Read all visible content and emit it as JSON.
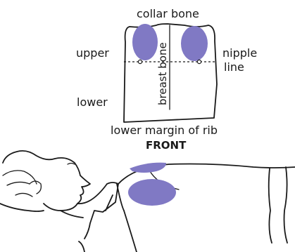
{
  "labels": {
    "collar_bone": "collar bone",
    "upper": "upper",
    "lower": "lower",
    "nipple": "nipple",
    "line": "line",
    "breast_bone": "breast bone",
    "lower_margin": "lower margin of rib",
    "front": "FRONT"
  },
  "colors": {
    "pad": "#8079c4",
    "ink": "#1a1a1a"
  }
}
